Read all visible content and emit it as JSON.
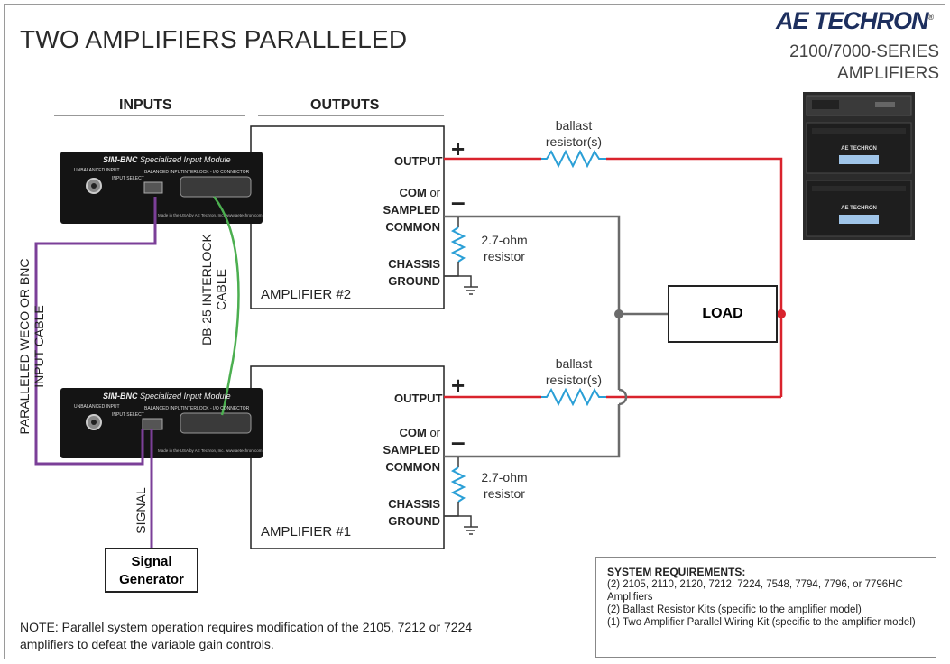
{
  "title": "TWO AMPLIFIERS PARALLELED",
  "brand": {
    "name": "AE TECHRON",
    "mark": "®",
    "series_line1": "2100/7000-SERIES",
    "series_line2": "AMPLIFIERS"
  },
  "headers": {
    "inputs": "INPUTS",
    "outputs": "OUTPUTS"
  },
  "modules": {
    "title": "SIM-BNC",
    "subtitle": "Specialized Input Module",
    "unbalanced": "UNBALANCED INPUT",
    "input_select": "INPUT SELECT",
    "balanced": "BALANCED INPUT",
    "connector": "INTERLOCK - I/O CONNECTOR",
    "made_in": "Made in the USA by AE Techron, Inc.",
    "web": "www.aetechron.com"
  },
  "amp2": {
    "output": "OUTPUT",
    "com": "COM",
    "com_or": "or",
    "sampled": "SAMPLED",
    "common": "COMMON",
    "chassis": "CHASSIS",
    "ground": "GROUND",
    "name": "AMPLIFIER #2",
    "plus": "+",
    "minus": "–"
  },
  "amp1": {
    "output": "OUTPUT",
    "com": "COM",
    "com_or": "or",
    "sampled": "SAMPLED",
    "common": "COMMON",
    "chassis": "CHASSIS",
    "ground": "GROUND",
    "name": "AMPLIFIER #1",
    "plus": "+",
    "minus": "–"
  },
  "ballast_top": {
    "line1": "ballast",
    "line2": "resistor(s)"
  },
  "ballast_bottom": {
    "line1": "ballast",
    "line2": "resistor(s)"
  },
  "res_top": {
    "line1": "2.7-ohm",
    "line2": "resistor"
  },
  "res_bottom": {
    "line1": "2.7-ohm",
    "line2": "resistor"
  },
  "load": "LOAD",
  "cables": {
    "interlock_line1": "DB-25 INTERLOCK",
    "interlock_line2": "CABLE",
    "input_line1": "PARALLELED WECO OR BNC",
    "input_line2": "INPUT CABLE",
    "signal": "SIGNAL"
  },
  "generator": {
    "line1": "Signal",
    "line2": "Generator"
  },
  "note": "NOTE: Parallel system operation requires modification of the 2105, 7212 or 7224 amplifiers to defeat the variable gain controls.",
  "requirements": {
    "heading": "SYSTEM REQUIREMENTS:",
    "items": [
      "(2) 2105, 2110, 2120, 7212, 7224, 7548, 7794, 7796, or 7796HC  Amplifiers",
      "(2) Ballast Resistor Kits (specific to the amplifier model)",
      "(1) Two Amplifier Parallel Wiring Kit (specific to the amplifier model)"
    ]
  },
  "colors": {
    "red": "#d9232d",
    "gray": "#6b6b6b",
    "purple": "#7b3f98",
    "green": "#4caf50",
    "resistor": "#2a9fd6",
    "ground": "#3a3a3a"
  }
}
